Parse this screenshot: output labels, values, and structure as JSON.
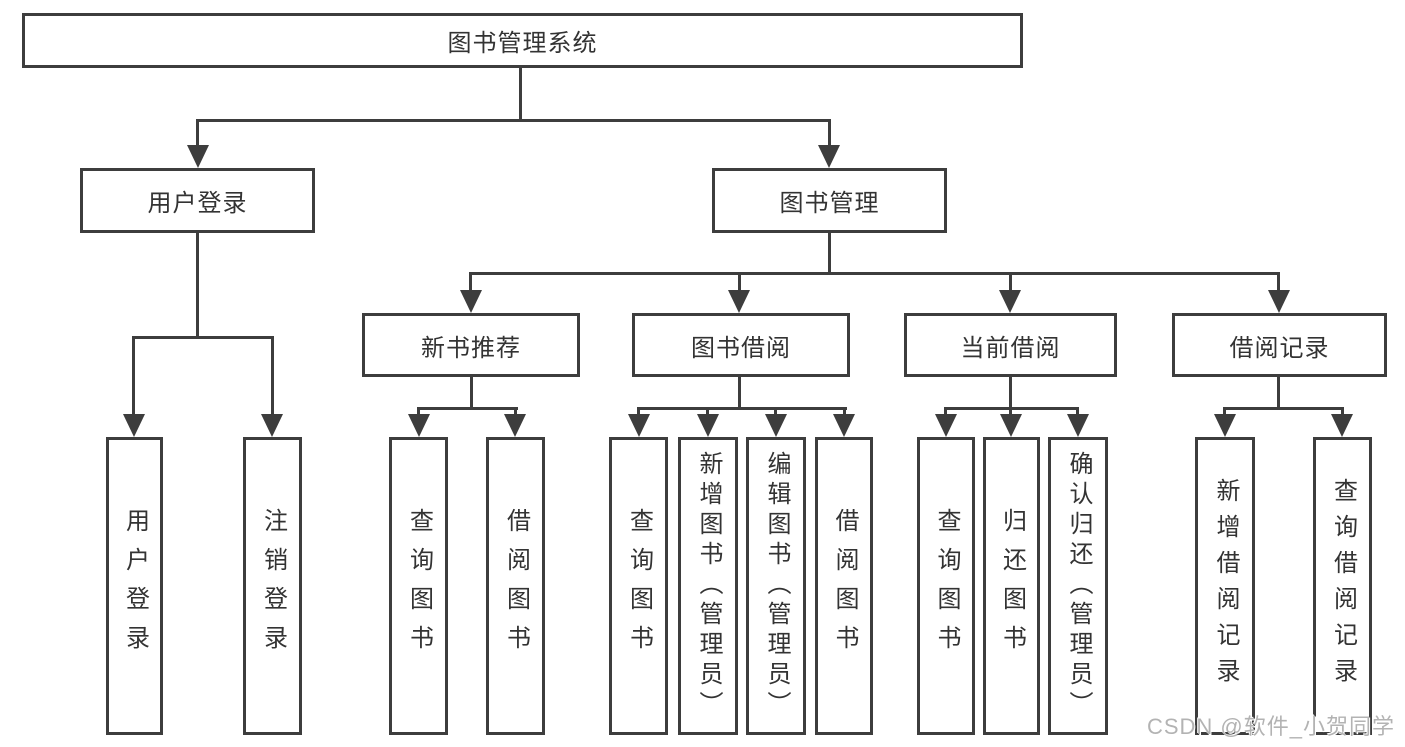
{
  "tree": {
    "root": {
      "label": "图书管理系统"
    },
    "branches": [
      {
        "label": "用户登录",
        "children": [
          {
            "label": "用户登录"
          },
          {
            "label": "注销登录"
          }
        ]
      },
      {
        "label": "图书管理",
        "children": [
          {
            "label": "新书推荐",
            "children": [
              {
                "label": "查询图书"
              },
              {
                "label": "借阅图书"
              }
            ]
          },
          {
            "label": "图书借阅",
            "children": [
              {
                "label": "查询图书"
              },
              {
                "label": "新增图书（管理员）"
              },
              {
                "label": "编辑图书（管理员）"
              },
              {
                "label": "借阅图书"
              }
            ]
          },
          {
            "label": "当前借阅",
            "children": [
              {
                "label": "查询图书"
              },
              {
                "label": "归还图书"
              },
              {
                "label": "确认归还（管理员）"
              }
            ]
          },
          {
            "label": "借阅记录",
            "children": [
              {
                "label": "新增借阅记录"
              },
              {
                "label": "查询借阅记录"
              }
            ]
          }
        ]
      }
    ]
  },
  "watermark": {
    "text": "CSDN @软件_小贺同学",
    "color": "#b3b3b3"
  },
  "colors": {
    "line": "#3d3d3d",
    "box_border": "#3d3d3d",
    "box_fill": "#ffffff",
    "text": "#333333",
    "background": "#ffffff"
  }
}
